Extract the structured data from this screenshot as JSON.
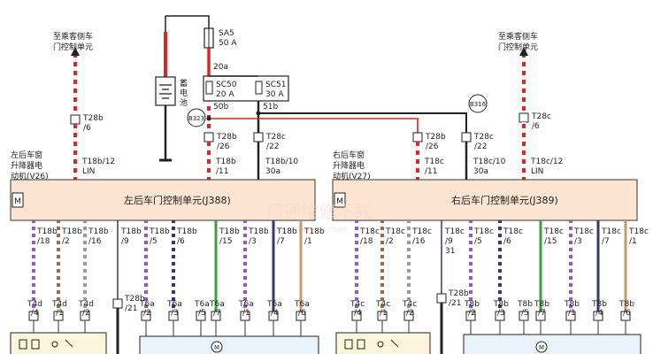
{
  "top": {
    "left_dest": [
      "至乘客侧车",
      "门控制单元"
    ],
    "right_dest": [
      "至乘客侧车",
      "门控制单元"
    ],
    "fuse_main": [
      "SA5",
      "50 A"
    ],
    "battery": [
      "蓄",
      "电",
      "池"
    ],
    "wire_20a": "20a",
    "fuse_sc50": [
      "SC50",
      "20 A"
    ],
    "fuse_sc51": [
      "SC51",
      "30 A"
    ],
    "wire_50b": "50b",
    "wire_51b": "51b",
    "ground_b323": "B323",
    "ground_b316": "B316"
  },
  "connectors": {
    "c_t28b6": [
      "T28b",
      "/6"
    ],
    "c_t28b26": [
      "T28b",
      "/26"
    ],
    "c_t28c22_l": [
      "T28c",
      "/22"
    ],
    "c_t28b26_r": [
      "T28b",
      "/26"
    ],
    "c_t28c22_r": [
      "T28c",
      "/22"
    ],
    "c_t28c6": [
      "T28c",
      "/6"
    ]
  },
  "upper_pins": {
    "left_lin": [
      "T18b/12",
      "LIN"
    ],
    "left_11": [
      "T18b",
      "/11"
    ],
    "left_10": [
      "T18b/10",
      "30a"
    ],
    "right_11": [
      "T18c",
      "/11"
    ],
    "right_10": [
      "T18c/10",
      "30a"
    ],
    "right_lin": [
      "T18c/12",
      "LIN"
    ]
  },
  "motors": {
    "left": [
      "左后车窗",
      "升降器电",
      "动机(V26)"
    ],
    "right": [
      "右后车窗",
      "升降器电",
      "动机(V27)"
    ]
  },
  "units": {
    "left_title": "左后车门控制单元(J388)",
    "right_title": "右后车门控制单元(J389)"
  },
  "watermark": {
    "main": "精通维修下载",
    "sub": "www.jtweixiu.com"
  },
  "lower_pins_left": [
    [
      "T18b",
      "/18"
    ],
    [
      "T18b",
      "/2"
    ],
    [
      "T18b",
      "/16"
    ],
    [
      "T18b",
      "/9"
    ],
    [
      "T18b",
      "/5"
    ],
    [
      "T18b",
      "/6"
    ],
    [
      "T18b",
      "/15"
    ],
    [
      "T18b",
      "/3"
    ],
    [
      "T18b",
      "/7"
    ],
    [
      "T18b",
      "/1"
    ]
  ],
  "lower_pins_right": [
    [
      "T18c",
      "/18"
    ],
    [
      "T18c",
      "/2"
    ],
    [
      "T18c",
      "/16"
    ],
    [
      "T18c",
      "/9"
    ],
    [
      "31",
      ""
    ],
    [
      "T18c",
      "/5"
    ],
    [
      "T18c",
      "/6"
    ],
    [
      "T18c",
      "/15"
    ],
    [
      "T18c",
      "/3"
    ],
    [
      "T18c",
      "/7"
    ],
    [
      "T18c",
      "/1"
    ]
  ],
  "ground_conn_left": [
    "T28b",
    "/21"
  ],
  "ground_conn_right": [
    "T28b",
    "/21"
  ],
  "bottom_left_conns": [
    [
      "T4d",
      "/4"
    ],
    [
      "T4d",
      "/1"
    ],
    [
      "T4d",
      "/2"
    ]
  ],
  "bottom_t6a": [
    [
      "T6a",
      "/2"
    ],
    [
      "T6a",
      "/3"
    ],
    [
      "T6a",
      "/5"
    ],
    [
      "T6a",
      "/7"
    ],
    [
      "T6a",
      "/1"
    ],
    [
      "T6a",
      "/4"
    ],
    [
      "T6a",
      "/6"
    ]
  ],
  "bottom_right_conns": [
    [
      "T4c",
      "/4"
    ],
    [
      "T4c",
      "/1"
    ],
    [
      "T4c",
      "/2"
    ]
  ],
  "bottom_t8b": [
    [
      "T8b",
      "/2"
    ],
    [
      "T8b",
      "/3"
    ],
    [
      "T8b",
      "/5"
    ],
    [
      "T8b",
      "/7"
    ],
    [
      "T8b",
      "/1"
    ],
    [
      "T8b",
      "/4"
    ],
    [
      "T8b",
      "/6"
    ]
  ]
}
